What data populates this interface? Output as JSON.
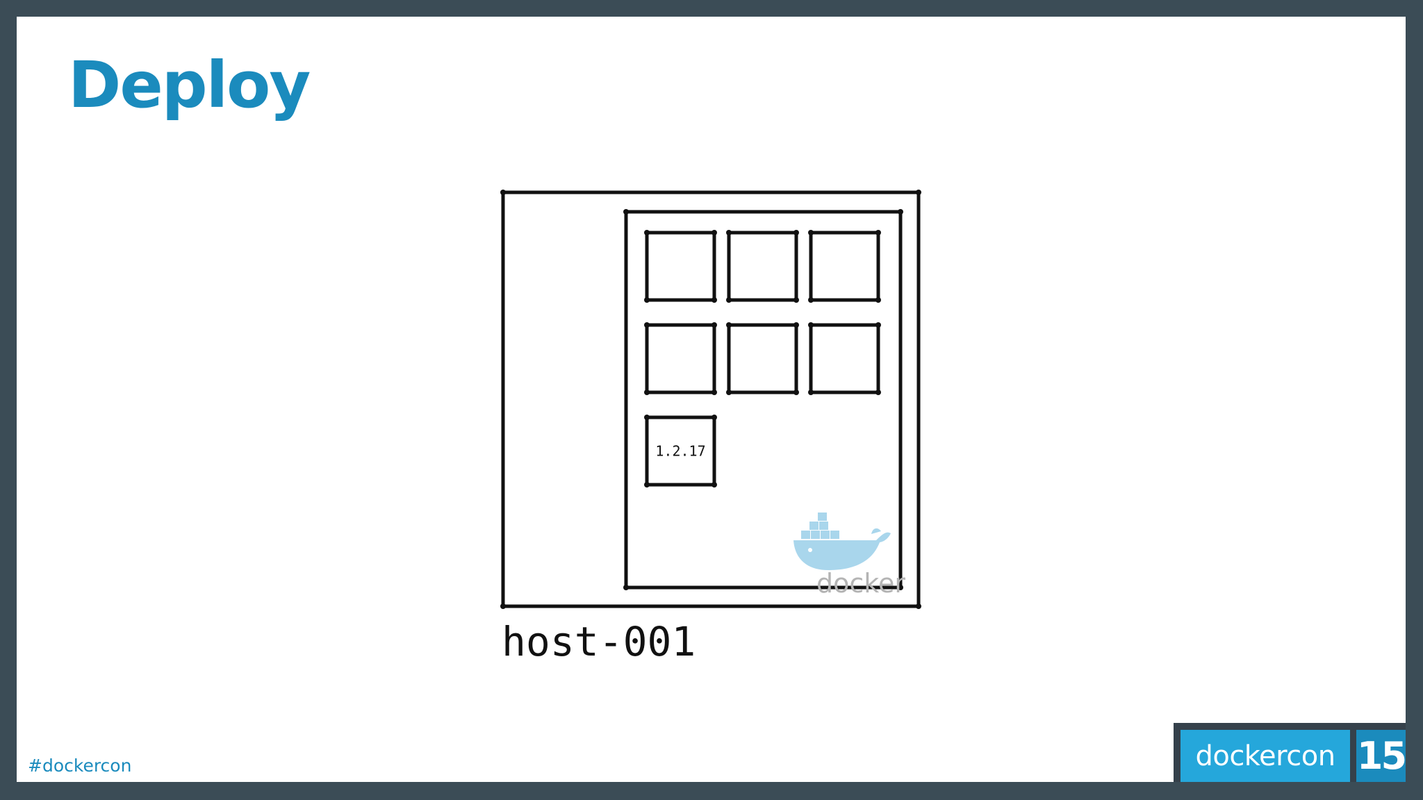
{
  "slide": {
    "title": "Deploy",
    "hashtag": "#dockercon"
  },
  "diagram": {
    "host_label": "host-001",
    "containers": [
      "",
      "",
      "",
      "",
      "",
      "",
      "1.2.17"
    ],
    "docker_logo_text": "docker"
  },
  "branding": {
    "logo_word": "dockercon",
    "logo_year": "15"
  },
  "colors": {
    "background_frame": "#3b4c56",
    "title": "#1b8bbd",
    "logo_light": "#25a7db",
    "logo_dark": "#1b8bbd",
    "whale": "#a9d6ec"
  }
}
